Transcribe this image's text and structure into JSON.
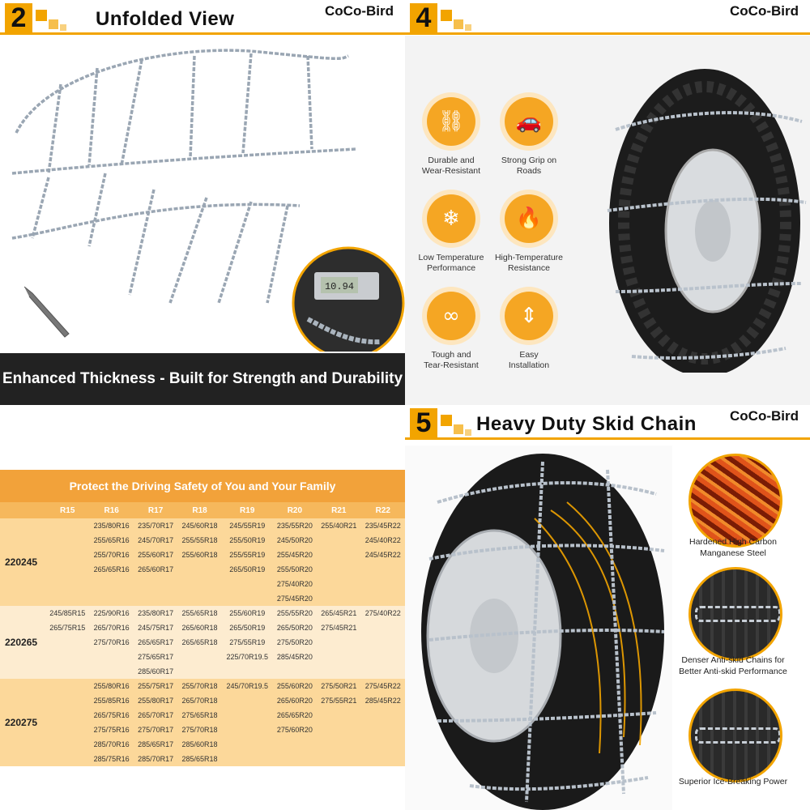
{
  "panel2": {
    "number": "2",
    "title": "Unfolded View",
    "brand": "CoCo-Bird",
    "caption": "Enhanced Thickness - Built for Strength and Durability",
    "caliper_reading": "10.94"
  },
  "panel4": {
    "number": "4",
    "brand": "CoCo-Bird",
    "features": [
      {
        "label1": "Durable and",
        "label2": "Wear-Resistant",
        "icon": "broken-link-icon"
      },
      {
        "label1": "Strong Grip on",
        "label2": "Roads",
        "icon": "car-skid-icon"
      },
      {
        "label1": "Low Temperature",
        "label2": "Performance",
        "icon": "snowflake-icon"
      },
      {
        "label1": "High-Temperature",
        "label2": "Resistance",
        "icon": "flame-icon"
      },
      {
        "label1": "Tough and",
        "label2": "Tear-Resistant",
        "icon": "chain-link-icon"
      },
      {
        "label1": "Easy",
        "label2": "Installation",
        "icon": "jack-icon"
      }
    ]
  },
  "table": {
    "heading": "Protect the Driving Safety of You and Your Family",
    "columns": [
      "",
      "R15",
      "R16",
      "R17",
      "R18",
      "R19",
      "R20",
      "R21",
      "R22"
    ],
    "groups": [
      {
        "model": "220245",
        "rows": [
          [
            "",
            "235/80R16",
            "235/70R17",
            "245/60R18",
            "245/55R19",
            "235/55R20",
            "255/40R21",
            "235/45R22"
          ],
          [
            "",
            "255/65R16",
            "245/70R17",
            "255/55R18",
            "255/50R19",
            "245/50R20",
            "",
            "245/40R22"
          ],
          [
            "",
            "255/70R16",
            "255/60R17",
            "255/60R18",
            "255/55R19",
            "255/45R20",
            "",
            "245/45R22"
          ],
          [
            "",
            "265/65R16",
            "265/60R17",
            "",
            "265/50R19",
            "255/50R20",
            "",
            ""
          ],
          [
            "",
            "",
            "",
            "",
            "",
            "275/40R20",
            "",
            ""
          ],
          [
            "",
            "",
            "",
            "",
            "",
            "275/45R20",
            "",
            ""
          ]
        ]
      },
      {
        "model": "220265",
        "rows": [
          [
            "245/85R15",
            "225/90R16",
            "235/80R17",
            "255/65R18",
            "255/60R19",
            "255/55R20",
            "265/45R21",
            "275/40R22"
          ],
          [
            "265/75R15",
            "265/70R16",
            "245/75R17",
            "265/60R18",
            "265/50R19",
            "265/50R20",
            "275/45R21",
            ""
          ],
          [
            "",
            "275/70R16",
            "265/65R17",
            "265/65R18",
            "275/55R19",
            "275/50R20",
            "",
            ""
          ],
          [
            "",
            "",
            "275/65R17",
            "",
            "225/70R19.5",
            "285/45R20",
            "",
            ""
          ],
          [
            "",
            "",
            "285/60R17",
            "",
            "",
            "",
            "",
            ""
          ]
        ]
      },
      {
        "model": "220275",
        "rows": [
          [
            "",
            "255/80R16",
            "255/75R17",
            "255/70R18",
            "245/70R19.5",
            "255/60R20",
            "275/50R21",
            "275/45R22"
          ],
          [
            "",
            "255/85R16",
            "255/80R17",
            "265/70R18",
            "",
            "265/60R20",
            "275/55R21",
            "285/45R22"
          ],
          [
            "",
            "265/75R16",
            "265/70R17",
            "275/65R18",
            "",
            "265/65R20",
            "",
            ""
          ],
          [
            "",
            "275/75R16",
            "275/70R17",
            "275/70R18",
            "",
            "275/60R20",
            "",
            ""
          ],
          [
            "",
            "285/70R16",
            "285/65R17",
            "285/60R18",
            "",
            "",
            "",
            ""
          ],
          [
            "",
            "285/75R16",
            "285/70R17",
            "285/65R18",
            "",
            "",
            "",
            ""
          ]
        ]
      }
    ]
  },
  "panel5": {
    "number": "5",
    "title": "Heavy Duty Skid Chain",
    "brand": "CoCo-Bird",
    "callouts": [
      {
        "line1": "Hardened High Carbon",
        "line2": "Manganese Steel"
      },
      {
        "line1": "Denser Anti-skid Chains for",
        "line2": "Better Anti-skid Performance"
      },
      {
        "line1": "Superior Ice-Breaking Power",
        "line2": ""
      }
    ]
  },
  "colors": {
    "accent": "#f2a400",
    "table_header": "#f2a23a",
    "caption_bg": "#222222"
  }
}
